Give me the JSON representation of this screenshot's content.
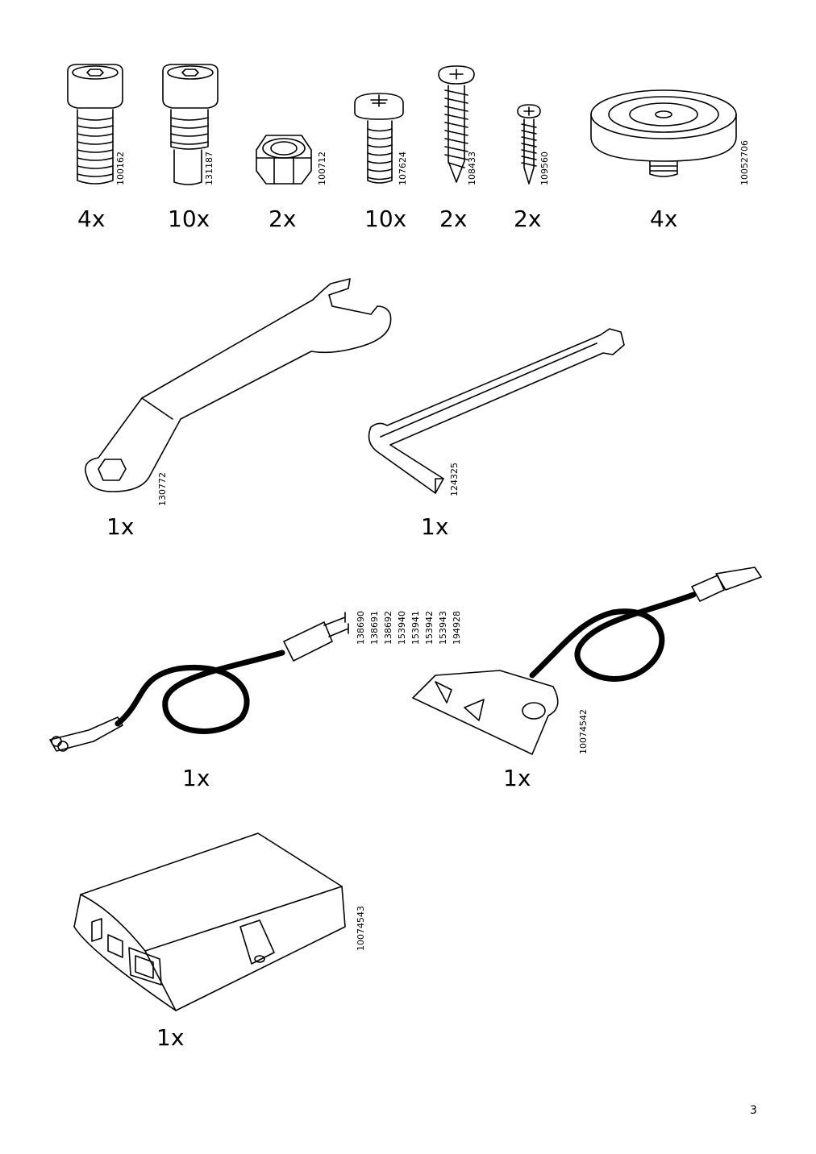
{
  "parts": [
    {
      "id": "screw-1",
      "number": "100162",
      "qty": "4x"
    },
    {
      "id": "pin-screw",
      "number": "131187",
      "qty": "10x"
    },
    {
      "id": "nut",
      "number": "100712",
      "qty": "2x"
    },
    {
      "id": "screw-2",
      "number": "107624",
      "qty": "10x"
    },
    {
      "id": "wood-screw-1",
      "number": "108433",
      "qty": "2x"
    },
    {
      "id": "wood-screw-2",
      "number": "109560",
      "qty": "2x"
    },
    {
      "id": "foot",
      "number": "10052706",
      "qty": "4x"
    },
    {
      "id": "wrench",
      "number": "130772",
      "qty": "1x"
    },
    {
      "id": "hex-key",
      "number": "124325",
      "qty": "1x"
    },
    {
      "id": "power-cord",
      "numbers": [
        "138690",
        "138691",
        "138692",
        "153940",
        "153941",
        "153942",
        "153943",
        "194928"
      ],
      "qty": "1x"
    },
    {
      "id": "control-switch",
      "number": "10074542",
      "qty": "1x"
    },
    {
      "id": "control-box",
      "number": "10074543",
      "qty": "1x"
    }
  ],
  "page_number": "3"
}
